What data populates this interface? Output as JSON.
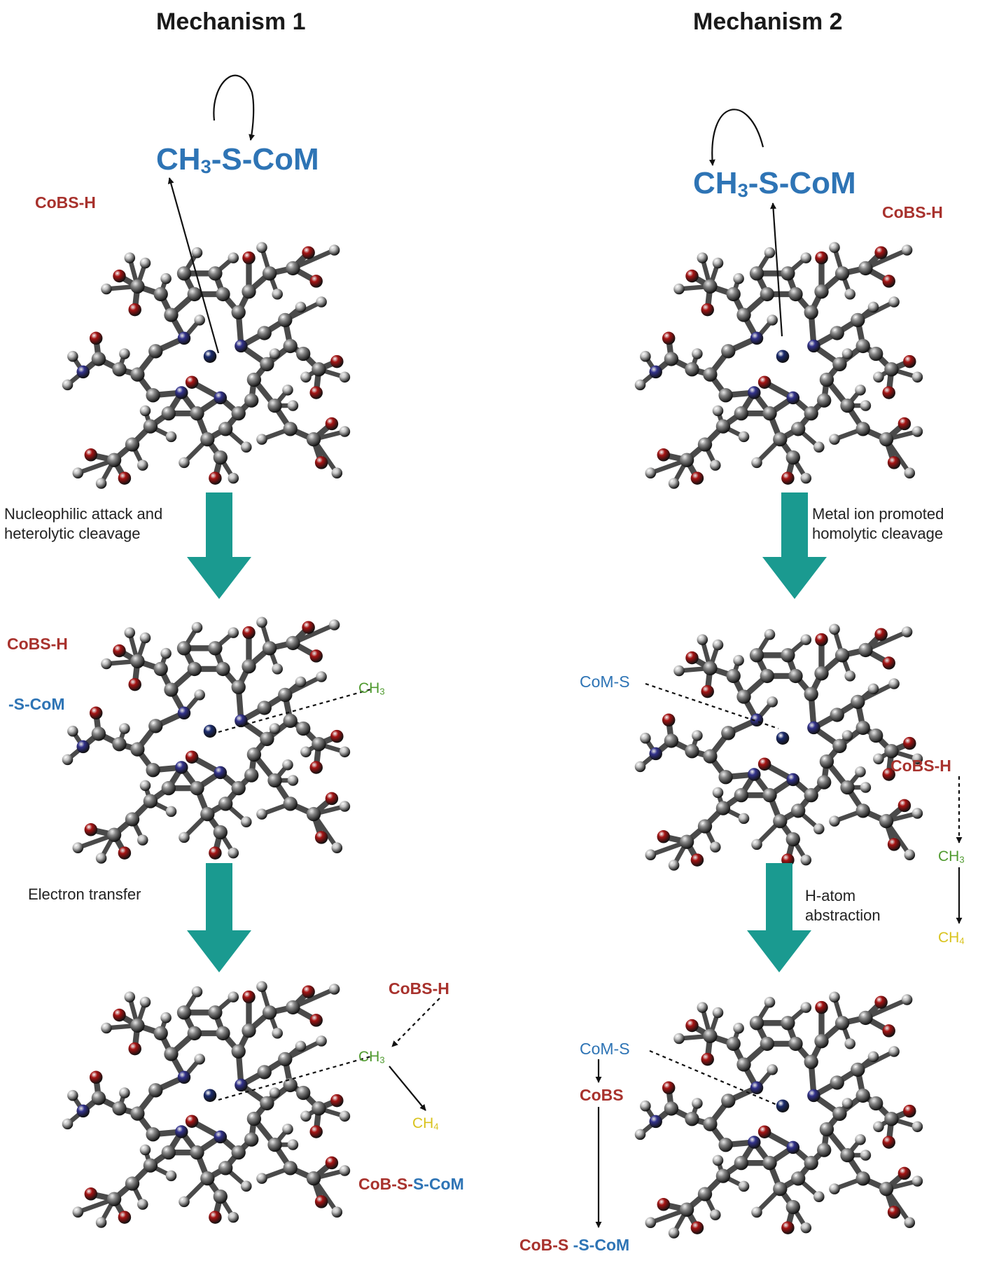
{
  "colors": {
    "red": "#a8322d",
    "blue": "#2e74b5",
    "green": "#4f9a2f",
    "yellow": "#d9c31e",
    "teal": "#1a9a90",
    "carbon": "#8a8a8a",
    "oxygen": "#a61414",
    "nitrogen": "#33338c",
    "hydrogen": "#c6c6c6",
    "cobalt": "#1c2c6e",
    "bond": "#4a4a4a"
  },
  "titles": {
    "m1": "Mechanism 1",
    "m2": "Mechanism 2"
  },
  "m1": {
    "top": {
      "substrate_pre": "CH",
      "substrate_sub": "3",
      "substrate_post": "-S-CoM",
      "cobsh": "CoBS-H"
    },
    "step1": {
      "line1": "Nucleophilic attack and",
      "line2": "heterolytic cleavage"
    },
    "mid": {
      "cobsh": "CoBS-H",
      "scom": "-S-CoM",
      "ch3_pre": "CH",
      "ch3_sub": "3"
    },
    "step2": {
      "line1": "Electron transfer"
    },
    "bot": {
      "cobsh": "CoBS-H",
      "ch3_pre": "CH",
      "ch3_sub": "3",
      "ch4_pre": "CH",
      "ch4_sub": "4",
      "prod_a": "CoB-S-",
      "prod_b": "S-CoM"
    }
  },
  "m2": {
    "top": {
      "substrate_pre": "CH",
      "substrate_sub": "3",
      "substrate_post": "-S-CoM",
      "cobsh": "CoBS-H"
    },
    "step1": {
      "line1": "Metal ion promoted",
      "line2": "homolytic cleavage"
    },
    "mid": {
      "coms": "CoM-S",
      "cobsh": "CoBS-H",
      "ch3_pre": "CH",
      "ch3_sub": "3",
      "ch4_pre": "CH",
      "ch4_sub": "4"
    },
    "step2": {
      "line1": "H-atom",
      "line2": "abstraction"
    },
    "bot": {
      "coms": "CoM-S",
      "cobs": "CoBS",
      "prod_a": "CoB-S ",
      "prod_b": "-S-CoM"
    }
  }
}
